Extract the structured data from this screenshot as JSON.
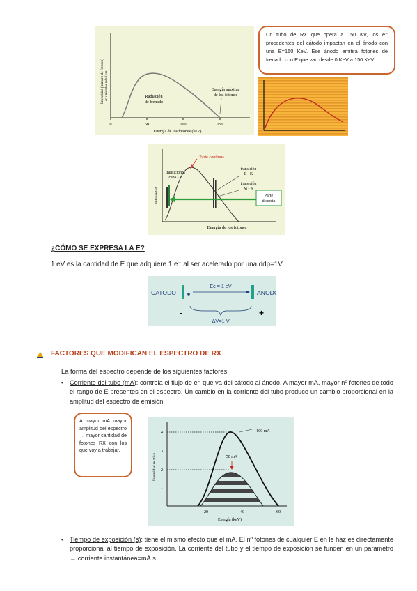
{
  "figure1": {
    "ylabel_line1": "Intensidad (número de fotones)",
    "ylabel_line2": "en unidades relativas",
    "curve_label_line1": "Radiación",
    "curve_label_line2": "de frenado",
    "max_label_line1": "Energía máxima",
    "max_label_line2": "de los fotones",
    "ticks": [
      "0",
      "50",
      "100",
      "150"
    ],
    "xlabel": "Energía de los fotones (keV)"
  },
  "callout1": {
    "text": "Un tubo de RX que opera a 150 KV, los e⁻ procedentes del cátodo impactan en el ánodo con una E=150 KeV. Ese ánodo emitirá fotones de frenado con E que van desde 0 KeV a 150 KeV."
  },
  "figure3": {
    "continuous_label": "Parte continua",
    "left_trans_line1": "transiciones",
    "left_trans_line2": "capa - L",
    "right_trans1_line1": "transición",
    "right_trans1_line2": "L - K",
    "right_trans2_line1": "transición",
    "right_trans2_line2": "M - K",
    "discrete_line1": "Parte",
    "discrete_line2": "discreta",
    "ylabel": "Intensidad",
    "xlabel": "Energía de los fotones"
  },
  "section_e": {
    "heading": "¿CÓMO SE EXPRESA LA E?",
    "paragraph": "1 eV es la cantidad de E que adquiere 1 e⁻ al ser acelerado por una ddp=1V."
  },
  "figure4": {
    "cathode": "CATODO",
    "anode": "ANODO",
    "ec_label": "Ec = 1 eV",
    "minus": "-",
    "plus": "+",
    "dv_label": "ΔV=1 V"
  },
  "section_factors": {
    "title": "FACTORES QUE MODIFICAN EL ESPECTRO DE RX",
    "intro": "La forma del espectro depende de los siguientes factores:",
    "bullet_char": "▪",
    "item1_term": "Corriente del tubo (mA)",
    "item1_text": ": controla el flujo de e⁻ que va del cátodo al ánodo. A mayor mA, mayor nº fotones de todo el rango de E presentes en el espectro. Un cambio en la corriente del tubo produce un cambio proporcional en la amplitud del espectro de emisión.",
    "item2_term": "Tiempo de exposición (s)",
    "item2_text": ": tiene el mismo efecto que el mA. El nº fotones de cualquier E en le haz es directamente proporcional al tiempo de exposición. La corriente del tubo y el tiempo de exposición se funden en un parámetro → corriente instantánea=mA.s."
  },
  "callout2": {
    "text": "A mayor mA mayor amplitud del espectro → mayor cantidad de fotones RX con los que voy a trabajar."
  },
  "figure5": {
    "ylabel": "Intensidad relativa",
    "yticks": [
      "1",
      "2",
      "3",
      "4"
    ],
    "xticks": [
      "20",
      "40",
      "60"
    ],
    "xlabel": "Energía (keV)",
    "label_100": "100 mA",
    "label_50": "50 mA"
  }
}
